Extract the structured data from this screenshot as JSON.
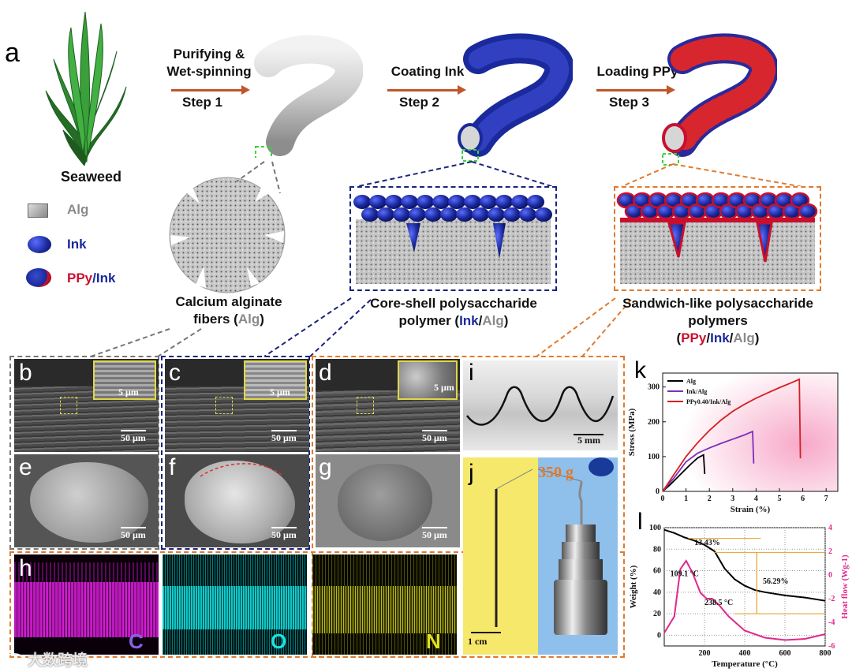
{
  "panel_letters": {
    "a": "a",
    "b": "b",
    "c": "c",
    "d": "d",
    "e": "e",
    "f": "f",
    "g": "g",
    "h": "h",
    "i": "i",
    "j": "j",
    "k": "k",
    "l": "l"
  },
  "steps": [
    {
      "title_line1": "Purifying &",
      "title_line2": "Wet-spinning",
      "label": "Step 1"
    },
    {
      "title_line1": "Coating Ink",
      "title_line2": "",
      "label": "Step 2"
    },
    {
      "title_line1": "Loading PPy",
      "title_line2": "",
      "label": "Step 3"
    }
  ],
  "seaweed_label": "Seaweed",
  "legend": {
    "alg": "Alg",
    "ink": "Ink",
    "ppy": "PPy",
    "slash": "/",
    "ink2": "Ink"
  },
  "captions": {
    "c1_line1": "Calcium alginate",
    "c1_line2a": "fibers (",
    "c1_alg": "Alg",
    "c1_close": ")",
    "c2_line1": "Core-shell polysaccharide",
    "c2_line2a": "polymer (",
    "c2_ink": "Ink",
    "c2_slash": "/",
    "c2_alg": "Alg",
    "c2_close": ")",
    "c3_line1": "Sandwich-like polysaccharide polymers",
    "c3_open": "(",
    "c3_ppy": "PPy",
    "c3_s1": "/",
    "c3_ink": "Ink",
    "c3_s2": "/",
    "c3_alg": "Alg",
    "c3_close": ")"
  },
  "scale_bars": {
    "b_main": "50 μm",
    "b_inset": "5 μm",
    "c_main": "50 μm",
    "c_inset": "5 μm",
    "d_main": "50 μm",
    "d_inset": "5 μm",
    "e": "50 μm",
    "f": "50 μm",
    "g": "50 μm",
    "i": "5 mm",
    "j": "1 cm"
  },
  "eds_labels": {
    "c": "C",
    "o": "O",
    "n": "N"
  },
  "weight_label": "350 g",
  "watermark": "大数跨境",
  "colors": {
    "orange_dash": "#e07a2e",
    "blue_dash": "#1a237e",
    "gray_dash": "#777777",
    "ink_blue": "#1a2a9c",
    "ppy_red": "#c8102e",
    "alg_gray": "#8a8a8a",
    "arrow": "#c0562a"
  },
  "chart_data": [
    {
      "type": "line",
      "panel": "k",
      "xlabel": "Strain (%)",
      "ylabel": "Stress (MPa)",
      "xlim": [
        0,
        7.5
      ],
      "ylim": [
        0,
        340
      ],
      "xticks": [
        0,
        1,
        2,
        3,
        4,
        5,
        6,
        7
      ],
      "yticks": [
        0,
        100,
        200,
        300
      ],
      "legend_position": "top-left",
      "series": [
        {
          "name": "Alg",
          "color": "#000000",
          "x": [
            0,
            0.3,
            0.6,
            0.9,
            1.2,
            1.5,
            1.75,
            1.8
          ],
          "y": [
            0,
            18,
            38,
            58,
            78,
            96,
            105,
            50
          ]
        },
        {
          "name": "Ink/Alg",
          "color": "#7b2fbe",
          "x": [
            0,
            0.5,
            1.0,
            1.5,
            2.0,
            2.5,
            3.0,
            3.5,
            3.85,
            3.9
          ],
          "y": [
            0,
            40,
            85,
            110,
            125,
            138,
            150,
            162,
            172,
            80
          ]
        },
        {
          "name": "PPy0.40/Ink/Alg",
          "color": "#d42020",
          "x": [
            0,
            0.5,
            1.0,
            1.5,
            2.0,
            2.5,
            3.0,
            3.5,
            4.0,
            4.5,
            5.0,
            5.5,
            5.85,
            5.9
          ],
          "y": [
            0,
            50,
            100,
            140,
            175,
            205,
            230,
            250,
            268,
            283,
            298,
            312,
            322,
            95
          ]
        }
      ]
    },
    {
      "type": "line",
      "panel": "l",
      "xlabel": "Temperature (°C)",
      "ylabel_left": "Weight (%)",
      "ylabel_right": "Heat flow (Wg-1)",
      "xlim": [
        0,
        800
      ],
      "ylim_left": [
        -10,
        100
      ],
      "ylim_right": [
        -6,
        4
      ],
      "xticks": [
        200,
        400,
        600,
        800
      ],
      "yticks_left": [
        0,
        20,
        40,
        60,
        80,
        100
      ],
      "yticks_right": [
        -6,
        -4,
        -2,
        0,
        2,
        4
      ],
      "annotations": [
        "13.43%",
        "56.29%",
        "109.1 °C",
        "238.5 °C"
      ],
      "series": [
        {
          "name": "Weight",
          "axis": "left",
          "color": "#000000",
          "x": [
            0,
            50,
            100,
            150,
            200,
            250,
            300,
            350,
            400,
            450,
            500,
            600,
            700,
            800
          ],
          "y": [
            98,
            95,
            91,
            88,
            84,
            78,
            62,
            52,
            46,
            42,
            40,
            37,
            35,
            32
          ]
        },
        {
          "name": "Heat flow",
          "axis": "right",
          "color": "#e0288c",
          "x": [
            0,
            50,
            80,
            109.1,
            140,
            180,
            210,
            238.5,
            270,
            320,
            400,
            500,
            600,
            700,
            800
          ],
          "y": [
            -4.9,
            -3.5,
            0.5,
            1.2,
            0.2,
            -1.5,
            -2.0,
            -2.0,
            -2.5,
            -3.5,
            -4.7,
            -5.3,
            -5.5,
            -5.4,
            -5.0
          ]
        }
      ]
    }
  ]
}
